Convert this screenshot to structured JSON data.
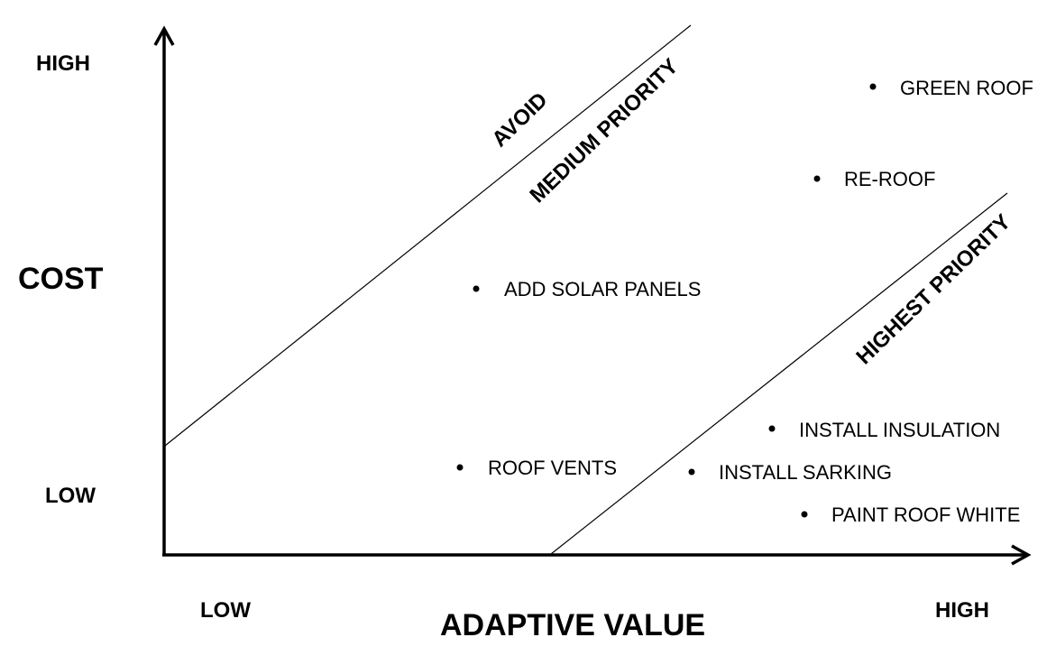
{
  "axes": {
    "y_title": "COST",
    "y_high": "HIGH",
    "y_low": "LOW",
    "x_title": "ADAPTIVE VALUE",
    "x_low": "LOW",
    "x_high": "HIGH"
  },
  "zones": {
    "avoid": "AVOID",
    "medium": "MEDIUM PRIORITY",
    "highest": "HIGHEST PRIORITY"
  },
  "items": [
    {
      "label": "GREEN ROOF"
    },
    {
      "label": "RE-ROOF"
    },
    {
      "label": "ADD SOLAR PANELS"
    },
    {
      "label": "INSTALL INSULATION"
    },
    {
      "label": "ROOF VENTS"
    },
    {
      "label": "INSTALL SARKING"
    },
    {
      "label": "PAINT ROOF WHITE"
    }
  ],
  "colors": {
    "ink": "#000000",
    "background": "#ffffff"
  }
}
